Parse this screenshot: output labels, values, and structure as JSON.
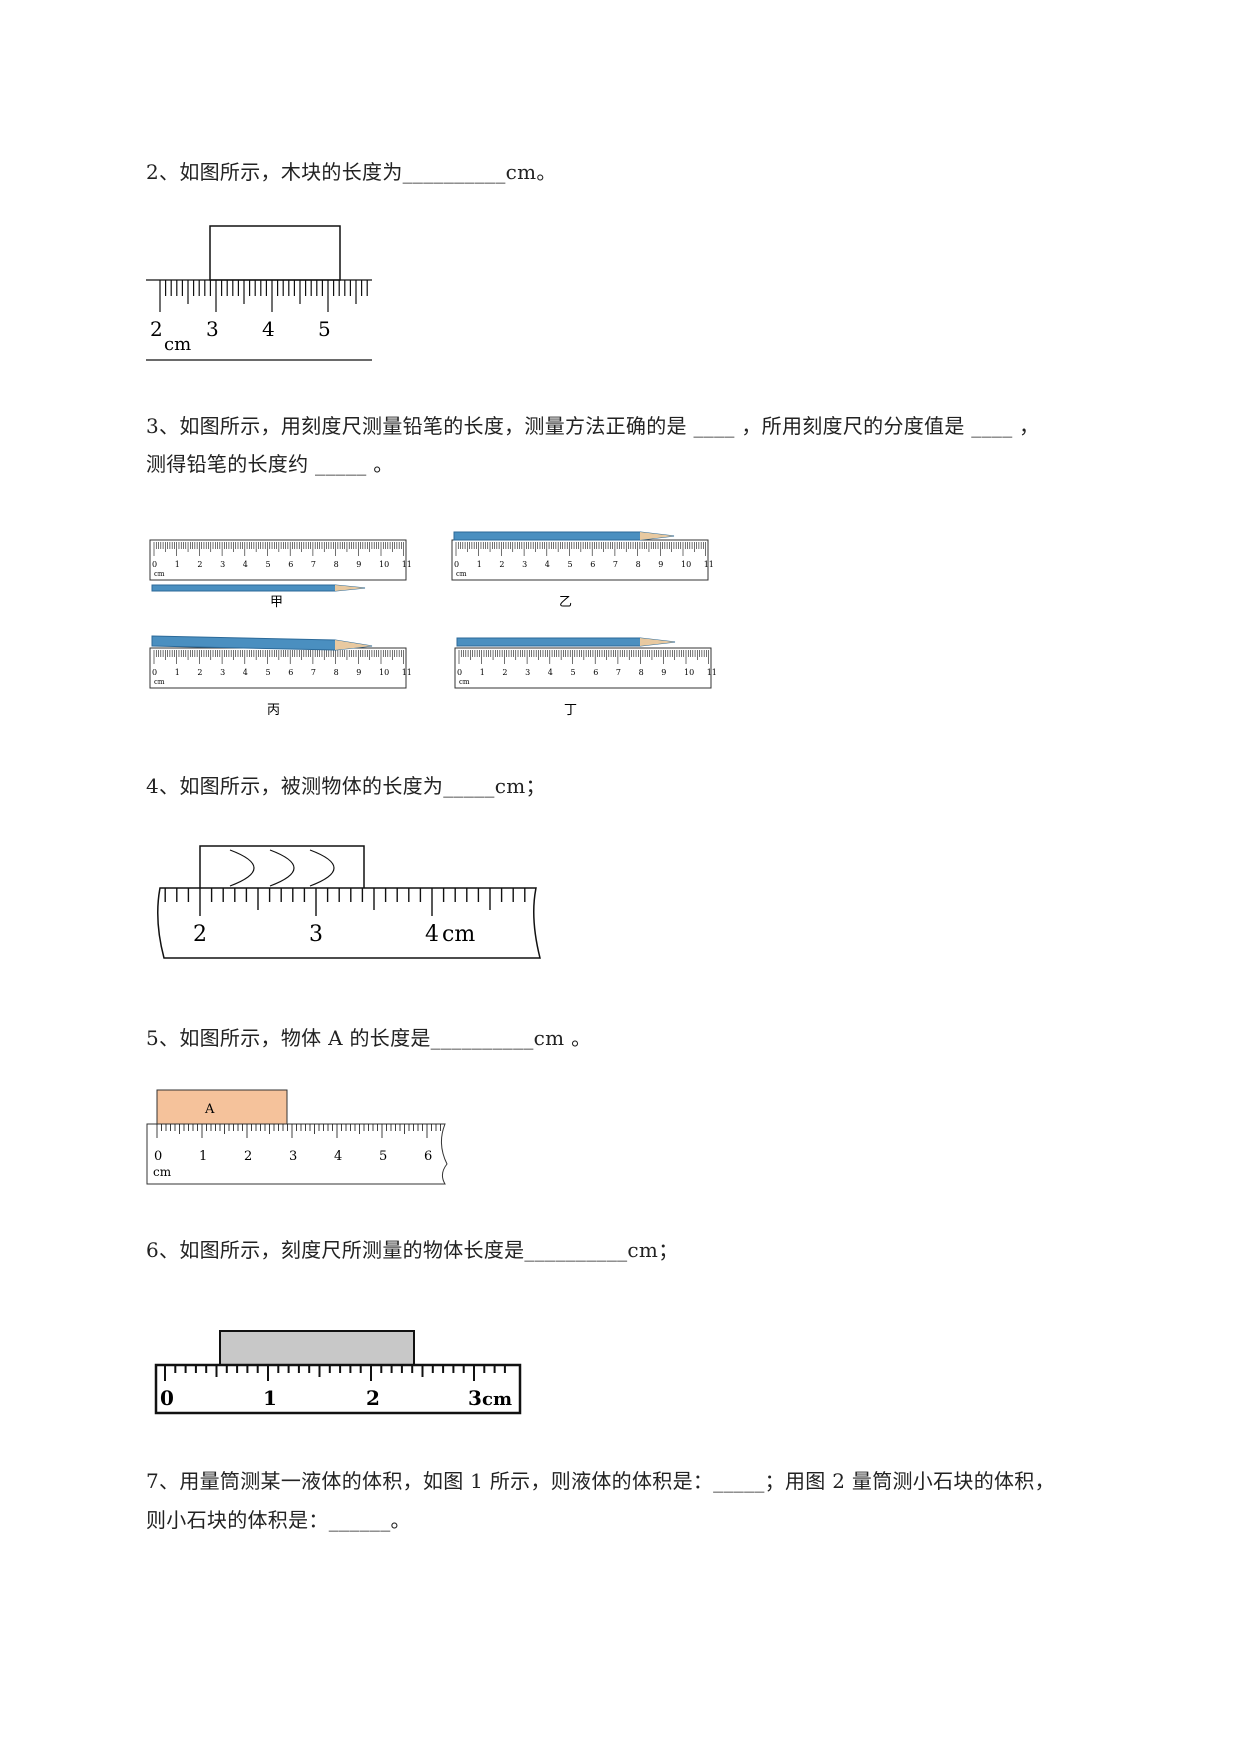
{
  "questions": [
    {
      "id": "q2",
      "text": "2、如图所示，木块的长度为__________cm。"
    },
    {
      "id": "q3",
      "line1": "3、如图所示，用刻度尺测量铅笔的长度，测量方法正确的是 ____ ，所用刻度尺的分度值是 ____ ，",
      "line2": "测得铅笔的长度约 _____ 。"
    },
    {
      "id": "q4",
      "text": "4、如图所示，被测物体的长度为_____cm；"
    },
    {
      "id": "q5",
      "text": "5、如图所示，物体 A 的长度是__________cm 。"
    },
    {
      "id": "q6",
      "text": "6、如图所示，刻度尺所测量的物体长度是__________cm；"
    },
    {
      "id": "q7",
      "line1": "7、用量筒测某一液体的体积，如图 1 所示，则液体的体积是：_____；用图 2 量筒测小石块的体积，",
      "line2": "则小石块的体积是：______。"
    }
  ],
  "fig2": {
    "ticks": [
      "2",
      "3",
      "4",
      "5"
    ],
    "unit": "cm"
  },
  "fig3": {
    "captions": [
      "甲",
      "乙",
      "丙",
      "丁"
    ],
    "ticks": [
      "0",
      "1",
      "2",
      "3",
      "4",
      "5",
      "6",
      "7",
      "8",
      "9",
      "10",
      "11"
    ],
    "unit": "cm"
  },
  "fig4": {
    "ticks": [
      "2",
      "3",
      "4"
    ],
    "unit": "cm"
  },
  "fig5": {
    "block": "A",
    "ticks": [
      "0",
      "1",
      "2",
      "3",
      "4",
      "5",
      "6"
    ],
    "unit": "cm"
  },
  "fig6": {
    "ticks": [
      "0",
      "1",
      "2",
      "3"
    ],
    "unit": "cm"
  },
  "colors": {
    "pencil": "#4a8fc0",
    "pencil_dark": "#2c6a99",
    "wood": "#e8c9a0",
    "block_a": "#f5c29b",
    "block_gray": "#c8c8c8"
  }
}
